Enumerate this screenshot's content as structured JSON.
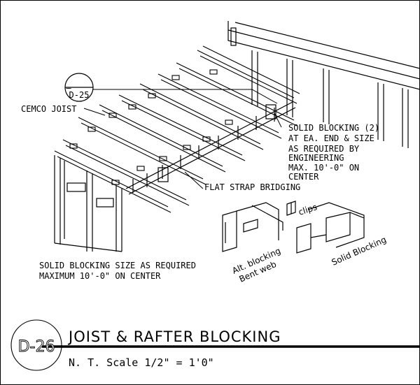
{
  "callout": {
    "top": "–",
    "ref": "D-25"
  },
  "labels": {
    "cemco_joist": "CEMCO JOIST",
    "solid_blocking_note": [
      "SOLID BLOCKING (2)",
      "AT EA. END & SIZE",
      "AS REQUIRED BY",
      "ENGINEERING",
      "MAX. 10'-0\" ON",
      "CENTER"
    ],
    "flat_strap": "FLAT STRAP BRIDGING",
    "clips": "clips",
    "alt_blocking": [
      "Alt. blocking",
      "Bent web"
    ],
    "solid_blocking": "Solid Blocking",
    "bottom_note": [
      "SOLID BLOCKING SIZE AS REQUIRED",
      "MAXIMUM 10'-0\" ON CENTER"
    ]
  },
  "title_block": {
    "detail_number": "D-26",
    "title": "JOIST & RAFTER BLOCKING",
    "scale": "N. T. Scale 1/2\" = 1'0\""
  }
}
